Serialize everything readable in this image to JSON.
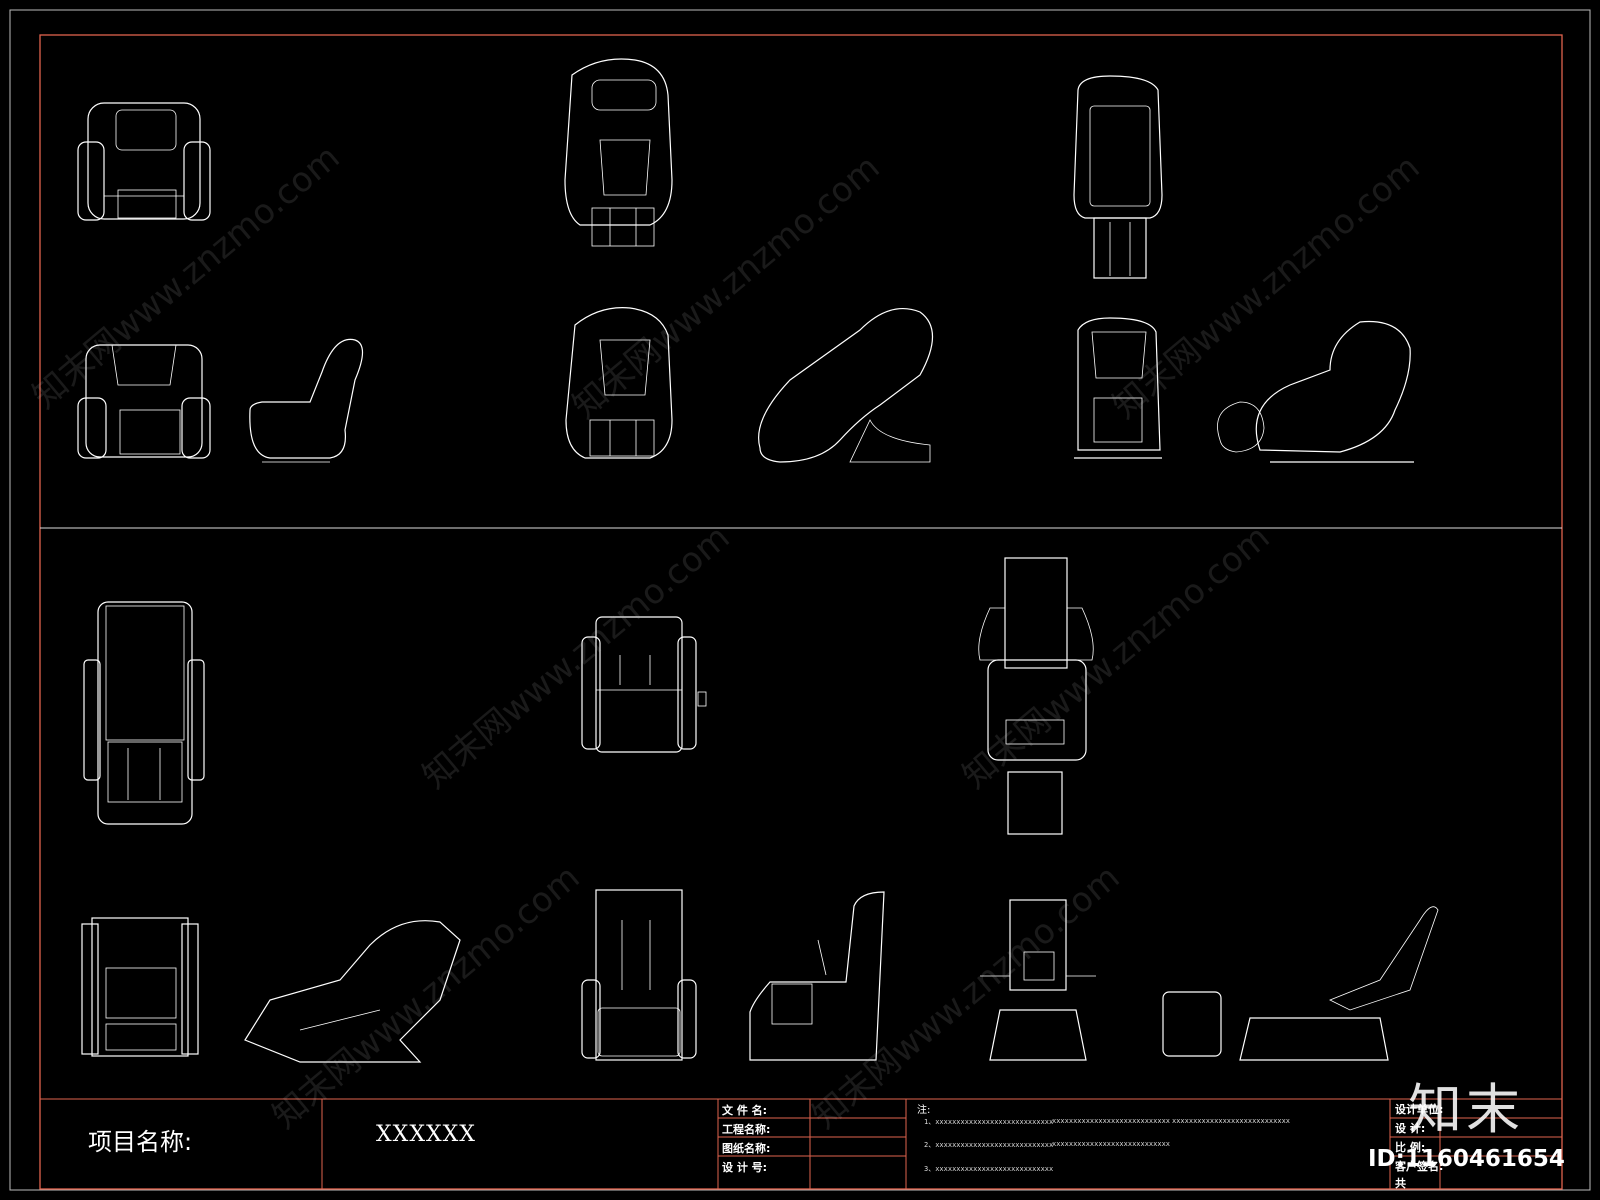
{
  "title_block": {
    "project_label": "项目名称:",
    "project_value": "XXXXXX",
    "fields": [
      "文 件 名:",
      "工程名称:",
      "图纸名称:",
      "设 计 号:"
    ],
    "notes_title": "注:",
    "notes": [
      "1、xxxxxxxxxxxxxxxxxxxxxxxxxxxx",
      "xxxxxxxxxxxxxxxxxxxxxxxxxxxx",
      "xxxxxxxxxxxxxxxxxxxxxxxxxxxx",
      "2、xxxxxxxxxxxxxxxxxxxxxxxxxxxx",
      "xxxxxxxxxxxxxxxxxxxxxxxxxxxx",
      "3、xxxxxxxxxxxxxxxxxxxxxxxxxxxx"
    ],
    "right_fields": [
      "设计单位:",
      "设 计:",
      "比 例:",
      "客户签名:",
      "共"
    ]
  },
  "watermark": {
    "brand": "知末",
    "id": "ID:1160461654",
    "text": "知末网www.znzmo.com"
  },
  "colors": {
    "background": "#000000",
    "frame": "#e0634e",
    "linework": "#ffffff"
  }
}
